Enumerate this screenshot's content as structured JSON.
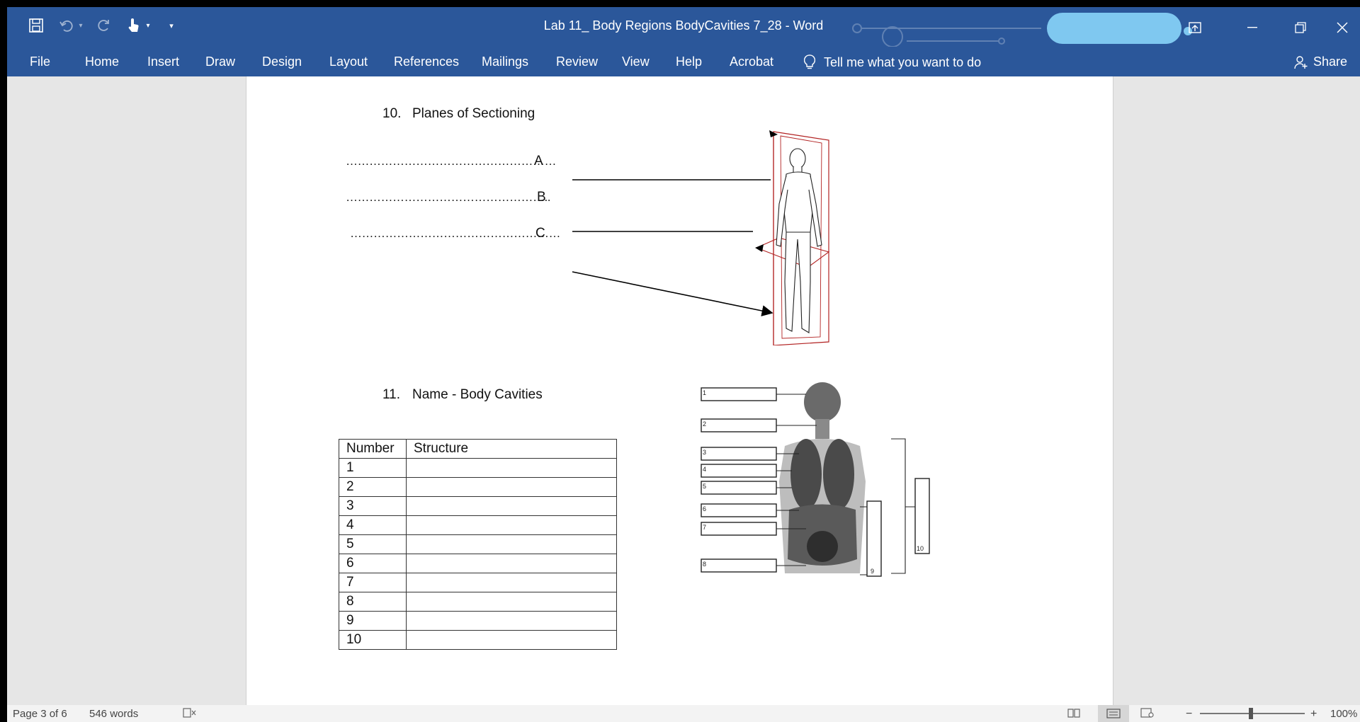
{
  "window": {
    "title": "Lab 11_ Body Regions BodyCavities 7_28  -  Word"
  },
  "menu": {
    "file": "File",
    "home": "Home",
    "insert": "Insert",
    "draw": "Draw",
    "design": "Design",
    "layout": "Layout",
    "references": "References",
    "mailings": "Mailings",
    "review": "Review",
    "view": "View",
    "help": "Help",
    "acrobat": "Acrobat",
    "tell_me": "Tell me what you want to do",
    "share": "Share"
  },
  "document": {
    "q10": {
      "number": "10.",
      "title": "Planes of Sectioning"
    },
    "answers": [
      {
        "dots": "………………………………………………",
        "letter": "A"
      },
      {
        "dots": "……………………………………………..",
        "letter": "B"
      },
      {
        "dots": "………………………………………………",
        "letter": "C"
      }
    ],
    "q11": {
      "number": "11.",
      "title": "Name - Body Cavities"
    },
    "table": {
      "headers": [
        "Number",
        "Structure"
      ],
      "rows": [
        "1",
        "2",
        "3",
        "4",
        "5",
        "6",
        "7",
        "8",
        "9",
        "10"
      ]
    },
    "figure_labels": [
      "1",
      "2",
      "3",
      "4",
      "5",
      "6",
      "7",
      "8",
      "9",
      "10"
    ]
  },
  "status": {
    "page": "Page 3 of 6",
    "words": "546 words",
    "zoom": "100%"
  },
  "colors": {
    "ribbon": "#2b579a",
    "plane_red": "#b22222"
  }
}
